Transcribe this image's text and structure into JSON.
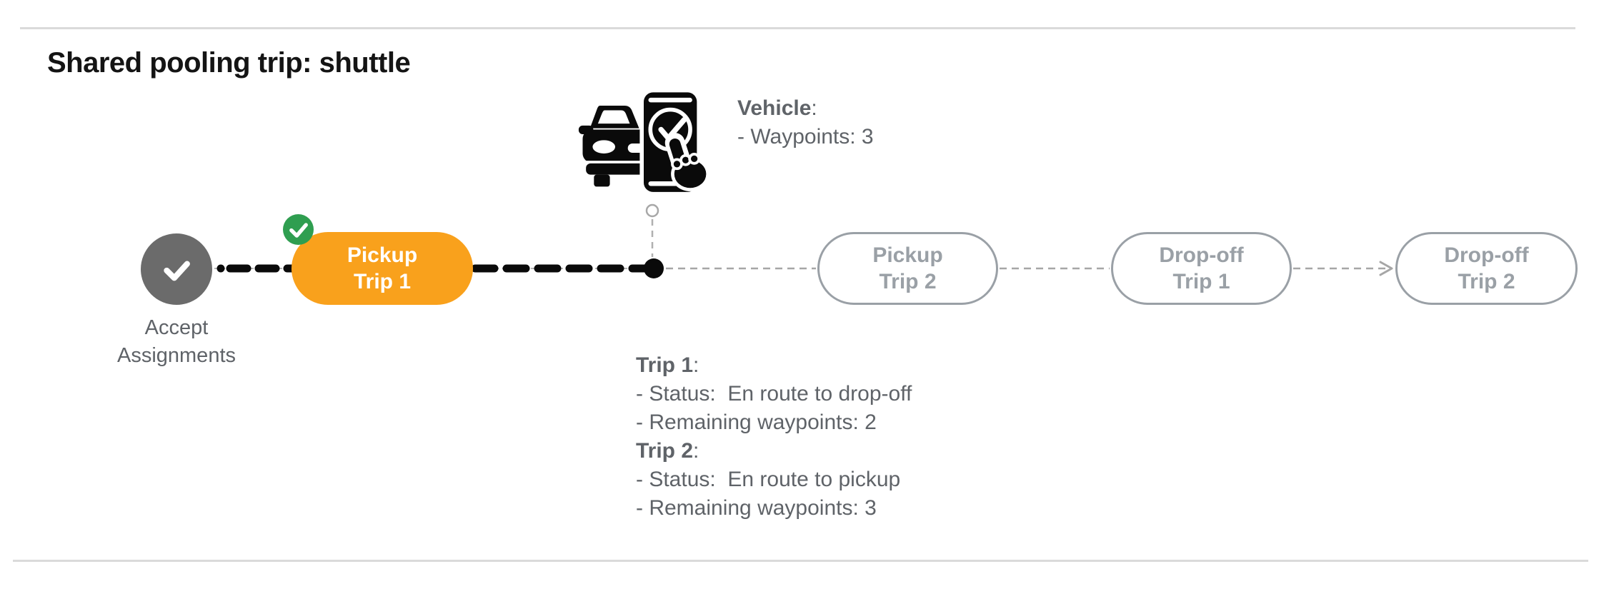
{
  "header": {
    "title": "Shared pooling trip: shuttle"
  },
  "colors": {
    "active_orange": "#f9a11c",
    "success_green": "#2f9e50",
    "completed_gray": "#6b6b6b",
    "future_gray": "#9aa0a6",
    "text_gray": "#5f6368",
    "divider_gray": "#dadada",
    "connector_black": "#0a0a0a",
    "connector_gray": "#a6a6a6"
  },
  "punct": {
    "colon": ":"
  },
  "timeline": {
    "accept_node": {
      "label_line1": "Accept",
      "label_line2": "Assignments"
    },
    "active_stage": {
      "line1": "Pickup",
      "line2": "Trip 1"
    },
    "future_stages": [
      {
        "line1": "Pickup",
        "line2": "Trip 2"
      },
      {
        "line1": "Drop-off",
        "line2": "Trip 1"
      },
      {
        "line1": "Drop-off",
        "line2": "Trip 2"
      }
    ]
  },
  "vehicle_info": {
    "title": "Vehicle",
    "waypoints": "- Waypoints: 3"
  },
  "trip_info": {
    "trip1_title": "Trip 1",
    "trip1_status": "- Status:  En route to drop-off",
    "trip1_waypoints": "- Remaining waypoints: 2",
    "trip2_title": "Trip 2",
    "trip2_status": "- Status:  En route to pickup",
    "trip2_waypoints": "- Remaining waypoints: 3"
  }
}
